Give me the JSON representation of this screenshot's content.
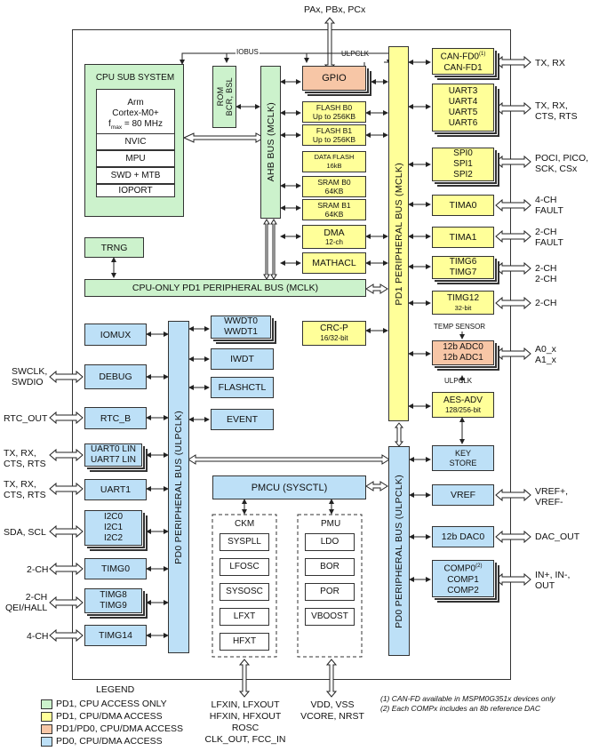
{
  "top_pins": "PAx, PBx, PCx",
  "iobus": "IOBUS",
  "ulpclk_top": "ULPCLK",
  "ulpclk_mid": "ULPCLK",
  "cpu": {
    "title": "CPU SUB SYSTEM",
    "core_l1": "Arm",
    "core_l2": "Cortex-M0+",
    "core_l3_prefix": "f",
    "core_l3_sub": "max",
    "core_l3_suffix": " = 80 MHz",
    "nvic": "NVIC",
    "mpu": "MPU",
    "swd": "SWD + MTB",
    "ioport": "IOPORT"
  },
  "rom": {
    "l1": "ROM",
    "l2": "BCR, BSL"
  },
  "ahb_bus": "AHB BUS (MCLK)",
  "gpio": "GPIO",
  "mem": {
    "flash_b0_1": "FLASH B0",
    "flash_b0_2": "Up to 256KB",
    "flash_b1_1": "FLASH B1",
    "flash_b1_2": "Up to 256KB",
    "data_flash_1": "DATA FLASH",
    "data_flash_2": "16kB",
    "sram_b0_1": "SRAM B0",
    "sram_b0_2": "64KB",
    "sram_b1_1": "SRAM B1",
    "sram_b1_2": "64KB",
    "dma_1": "DMA",
    "dma_2": "12-ch",
    "mathacl": "MATHACL"
  },
  "trng": "TRNG",
  "cpu_only_bus": "CPU-ONLY  PD1 PERIPHERAL BUS (MCLK)",
  "pd1_bus": "PD1 PERIPHERAL BUS (MCLK)",
  "right": {
    "canfd0": "CAN-FD0",
    "canfd0_sup": "(1)",
    "canfd1": "CAN-FD1",
    "canfd_pins": "TX, RX",
    "uart3": "UART3",
    "uart4": "UART4",
    "uart5": "UART5",
    "uart6": "UART6",
    "uart_pins_1": "TX, RX,",
    "uart_pins_2": "CTS, RTS",
    "spi0": "SPI0",
    "spi1": "SPI1",
    "spi2": "SPI2",
    "spi_pins_1": "POCI, PICO,",
    "spi_pins_2": "SCK, CSx",
    "tima0": "TIMA0",
    "tima0_pins_1": "4-CH",
    "tima0_pins_2": "FAULT",
    "tima1": "TIMA1",
    "tima1_pins_1": "2-CH",
    "tima1_pins_2": "FAULT",
    "timg6": "TIMG6",
    "timg7": "TIMG7",
    "timg67_pins_1": "2-CH",
    "timg67_pins_2": "2-CH",
    "timg12_1": "TIMG12",
    "timg12_2": "32-bit",
    "timg12_pins": "2-CH",
    "temp_sensor": "TEMP SENSOR",
    "adc0": "12b ADC0",
    "adc1": "12b ADC1",
    "adc_pins_1": "A0_x",
    "adc_pins_2": "A1_x",
    "aes_1": "AES-ADV",
    "aes_2": "128/256-bit",
    "key_1": "KEY",
    "key_2": "STORE",
    "vref": "VREF",
    "vref_pins_1": "VREF+,",
    "vref_pins_2": "VREF-",
    "dac": "12b DAC0",
    "dac_pins": "DAC_OUT",
    "comp0": "COMP0",
    "comp0_sup": "(2)",
    "comp1": "COMP1",
    "comp2": "COMP2",
    "comp_pins_1": "IN+, IN-,",
    "comp_pins_2": "OUT"
  },
  "crc_1": "CRC-P",
  "crc_2": "16/32-bit",
  "pd0_left_bus": "PD0 PERIPHERAL BUS (ULPCLK)",
  "pd0_right_bus": "PD0 PERIPHERAL BUS (ULPCLK)",
  "left": {
    "iomux": "IOMUX",
    "debug": "DEBUG",
    "debug_pins_1": "SWCLK,",
    "debug_pins_2": "SWDIO",
    "rtc": "RTC_B",
    "rtc_pins": "RTC_OUT",
    "uart07_1": "UART0 LIN",
    "uart07_2": "UART7 LIN",
    "uart07_pins_1": "TX, RX,",
    "uart07_pins_2": "CTS, RTS",
    "uart1": "UART1",
    "uart1_pins_1": "TX, RX,",
    "uart1_pins_2": "CTS, RTS",
    "i2c0": "I2C0",
    "i2c1": "I2C1",
    "i2c2": "I2C2",
    "i2c_pins": "SDA, SCL",
    "timg0": "TIMG0",
    "timg0_pins": "2-CH",
    "timg8": "TIMG8",
    "timg9": "TIMG9",
    "timg89_pins_1": "2-CH",
    "timg89_pins_2": "QEI/HALL",
    "timg14": "TIMG14",
    "timg14_pins": "4-CH"
  },
  "mid": {
    "wwdt0": "WWDT0",
    "wwdt1": "WWDT1",
    "iwdt": "IWDT",
    "flashctl": "FLASHCTL",
    "event": "EVENT"
  },
  "pmcu": "PMCU (SYSCTL)",
  "ckm": {
    "title": "CKM",
    "items": [
      "SYSPLL",
      "LFOSC",
      "SYSOSC",
      "LFXT",
      "HFXT"
    ]
  },
  "pmu": {
    "title": "PMU",
    "items": [
      "LDO",
      "BOR",
      "POR",
      "VBOOST"
    ]
  },
  "bottom_pins_ckm": [
    "LFXIN, LFXOUT",
    "HFXIN, HFXOUT",
    "ROSC",
    "CLK_OUT, FCC_IN"
  ],
  "bottom_pins_pmu": [
    "VDD, VSS",
    "VCORE, NRST"
  ],
  "legend": {
    "title": "LEGEND",
    "items": [
      {
        "label": "PD1, CPU ACCESS ONLY",
        "color": "#ccf2cc"
      },
      {
        "label": "PD1, CPU/DMA ACCESS",
        "color": "#ffff99"
      },
      {
        "label": "PD1/PD0, CPU/DMA ACCESS",
        "color": "#f7c6a6"
      },
      {
        "label": "PD0, CPU/DMA ACCESS",
        "color": "#bde0f7"
      }
    ]
  },
  "footnotes": [
    "(1) CAN-FD available in MSPM0G351x devices only",
    "(2) Each COMPx includes an 8b reference DAC"
  ]
}
